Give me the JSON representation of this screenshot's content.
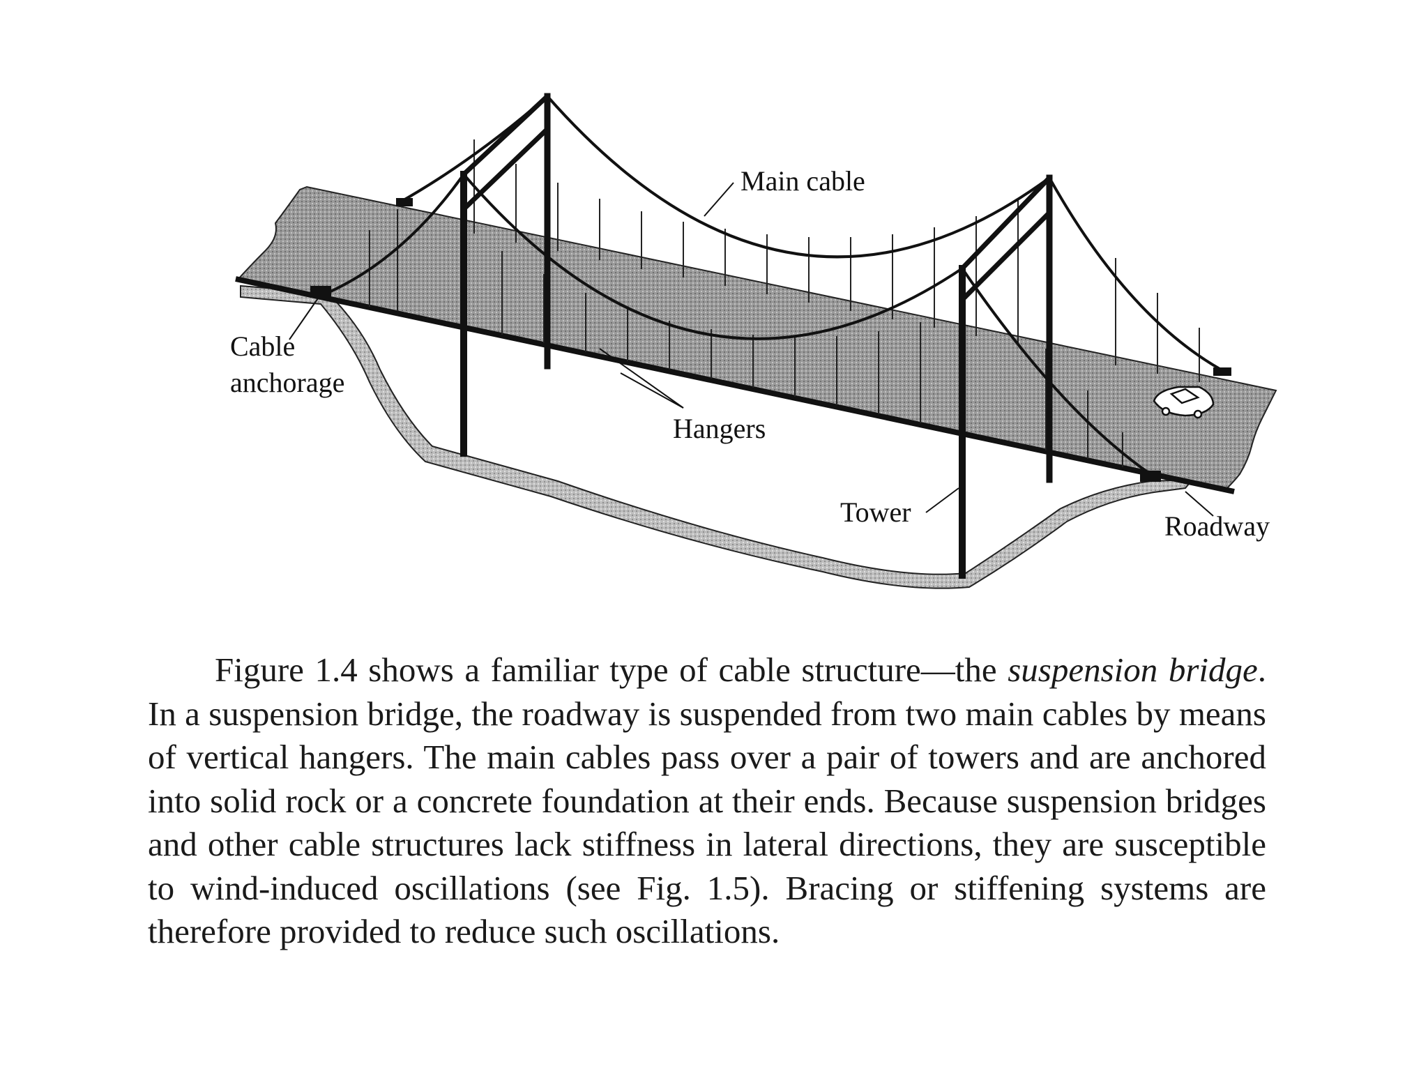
{
  "figure": {
    "labels": {
      "main_cable": "Main cable",
      "cable": "Cable",
      "anchorage": "anchorage",
      "hangers": "Hangers",
      "tower": "Tower",
      "roadway": "Roadway"
    }
  },
  "text": {
    "p1": "Figure 1.4 shows a familiar type of cable structure—the ",
    "term1": "suspension bridge",
    "p2": ". In a suspension bridge, the roadway is suspended from two main cables by means of vertical hangers. The main cables pass over a pair of towers and are anchored into solid rock or a concrete foundation at their ends. Because suspension bridges and other cable structures lack stiffness in lateral directions, they are susceptible to wind-induced oscillations (see Fig. 1.5). Bracing or stiffening systems are therefore provided to reduce such oscillations."
  }
}
